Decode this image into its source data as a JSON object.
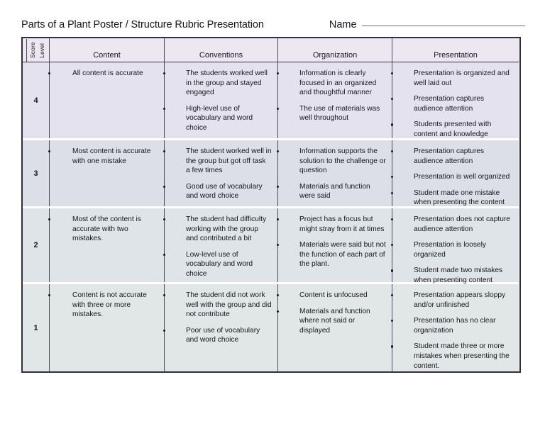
{
  "document": {
    "title": "Parts of a Plant Poster / Structure Rubric Presentation",
    "name_label": "Name",
    "name_value": ""
  },
  "table": {
    "score_header": {
      "line1": "Score",
      "line2": "Level"
    },
    "columns": [
      "Content",
      "Conventions",
      "Organization",
      "Presentation"
    ],
    "rows": [
      {
        "score": "4",
        "content": [
          "All content is accurate"
        ],
        "conventions": [
          "The students worked well in the group and stayed engaged",
          "High-level use of vocabulary and word choice"
        ],
        "organization": [
          "Information is clearly focused in an organized and thoughtful manner",
          "The use of materials was well throughout"
        ],
        "presentation": [
          "Presentation is organized and well laid out",
          "Presentation captures audience attention",
          "Students presented with content and knowledge"
        ]
      },
      {
        "score": "3",
        "content": [
          "Most content is accurate with one mistake"
        ],
        "conventions": [
          "The student worked well in the group but got off task a few times",
          "Good use of vocabulary and word choice"
        ],
        "organization": [
          "Information supports the solution to the challenge or question",
          "Materials and function were said"
        ],
        "presentation": [
          "Presentation captures audience attention",
          "Presentation is well organized",
          "Student made one mistake when presenting the content"
        ]
      },
      {
        "score": "2",
        "content": [
          "Most of the content is accurate with two mistakes."
        ],
        "conventions": [
          "The student had difficulty working with the group and contributed a bit",
          "Low-level use of vocabulary and word choice"
        ],
        "organization": [
          "Project has a focus but might stray from it at times",
          "Materials were said but not the function of each part of the plant."
        ],
        "presentation": [
          "Presentation does not capture audience attention",
          "Presentation is loosely organized",
          "Student made two mistakes when presenting content"
        ]
      },
      {
        "score": "1",
        "content": [
          "Content is not accurate with three or more mistakes."
        ],
        "conventions": [
          "The student did not work well with the group and did not contribute",
          "Poor use of vocabulary and word choice"
        ],
        "organization": [
          "Content is unfocused",
          "Materials and function where not said or displayed"
        ],
        "presentation": [
          "Presentation appears sloppy and/or unfinished",
          "Presentation has no clear organization",
          "Student made three or more mistakes when presenting the content."
        ]
      }
    ]
  },
  "colors": {
    "border": "#2f2f40",
    "grid": "#4a4a5c",
    "header_bg": "#ece7f0",
    "row_4_bg": "#e4e2ef",
    "row_3_bg": "#dcdee8",
    "row_2_bg": "#dfe4e8",
    "row_1_bg": "#e1e7e6",
    "text": "#16161d"
  }
}
